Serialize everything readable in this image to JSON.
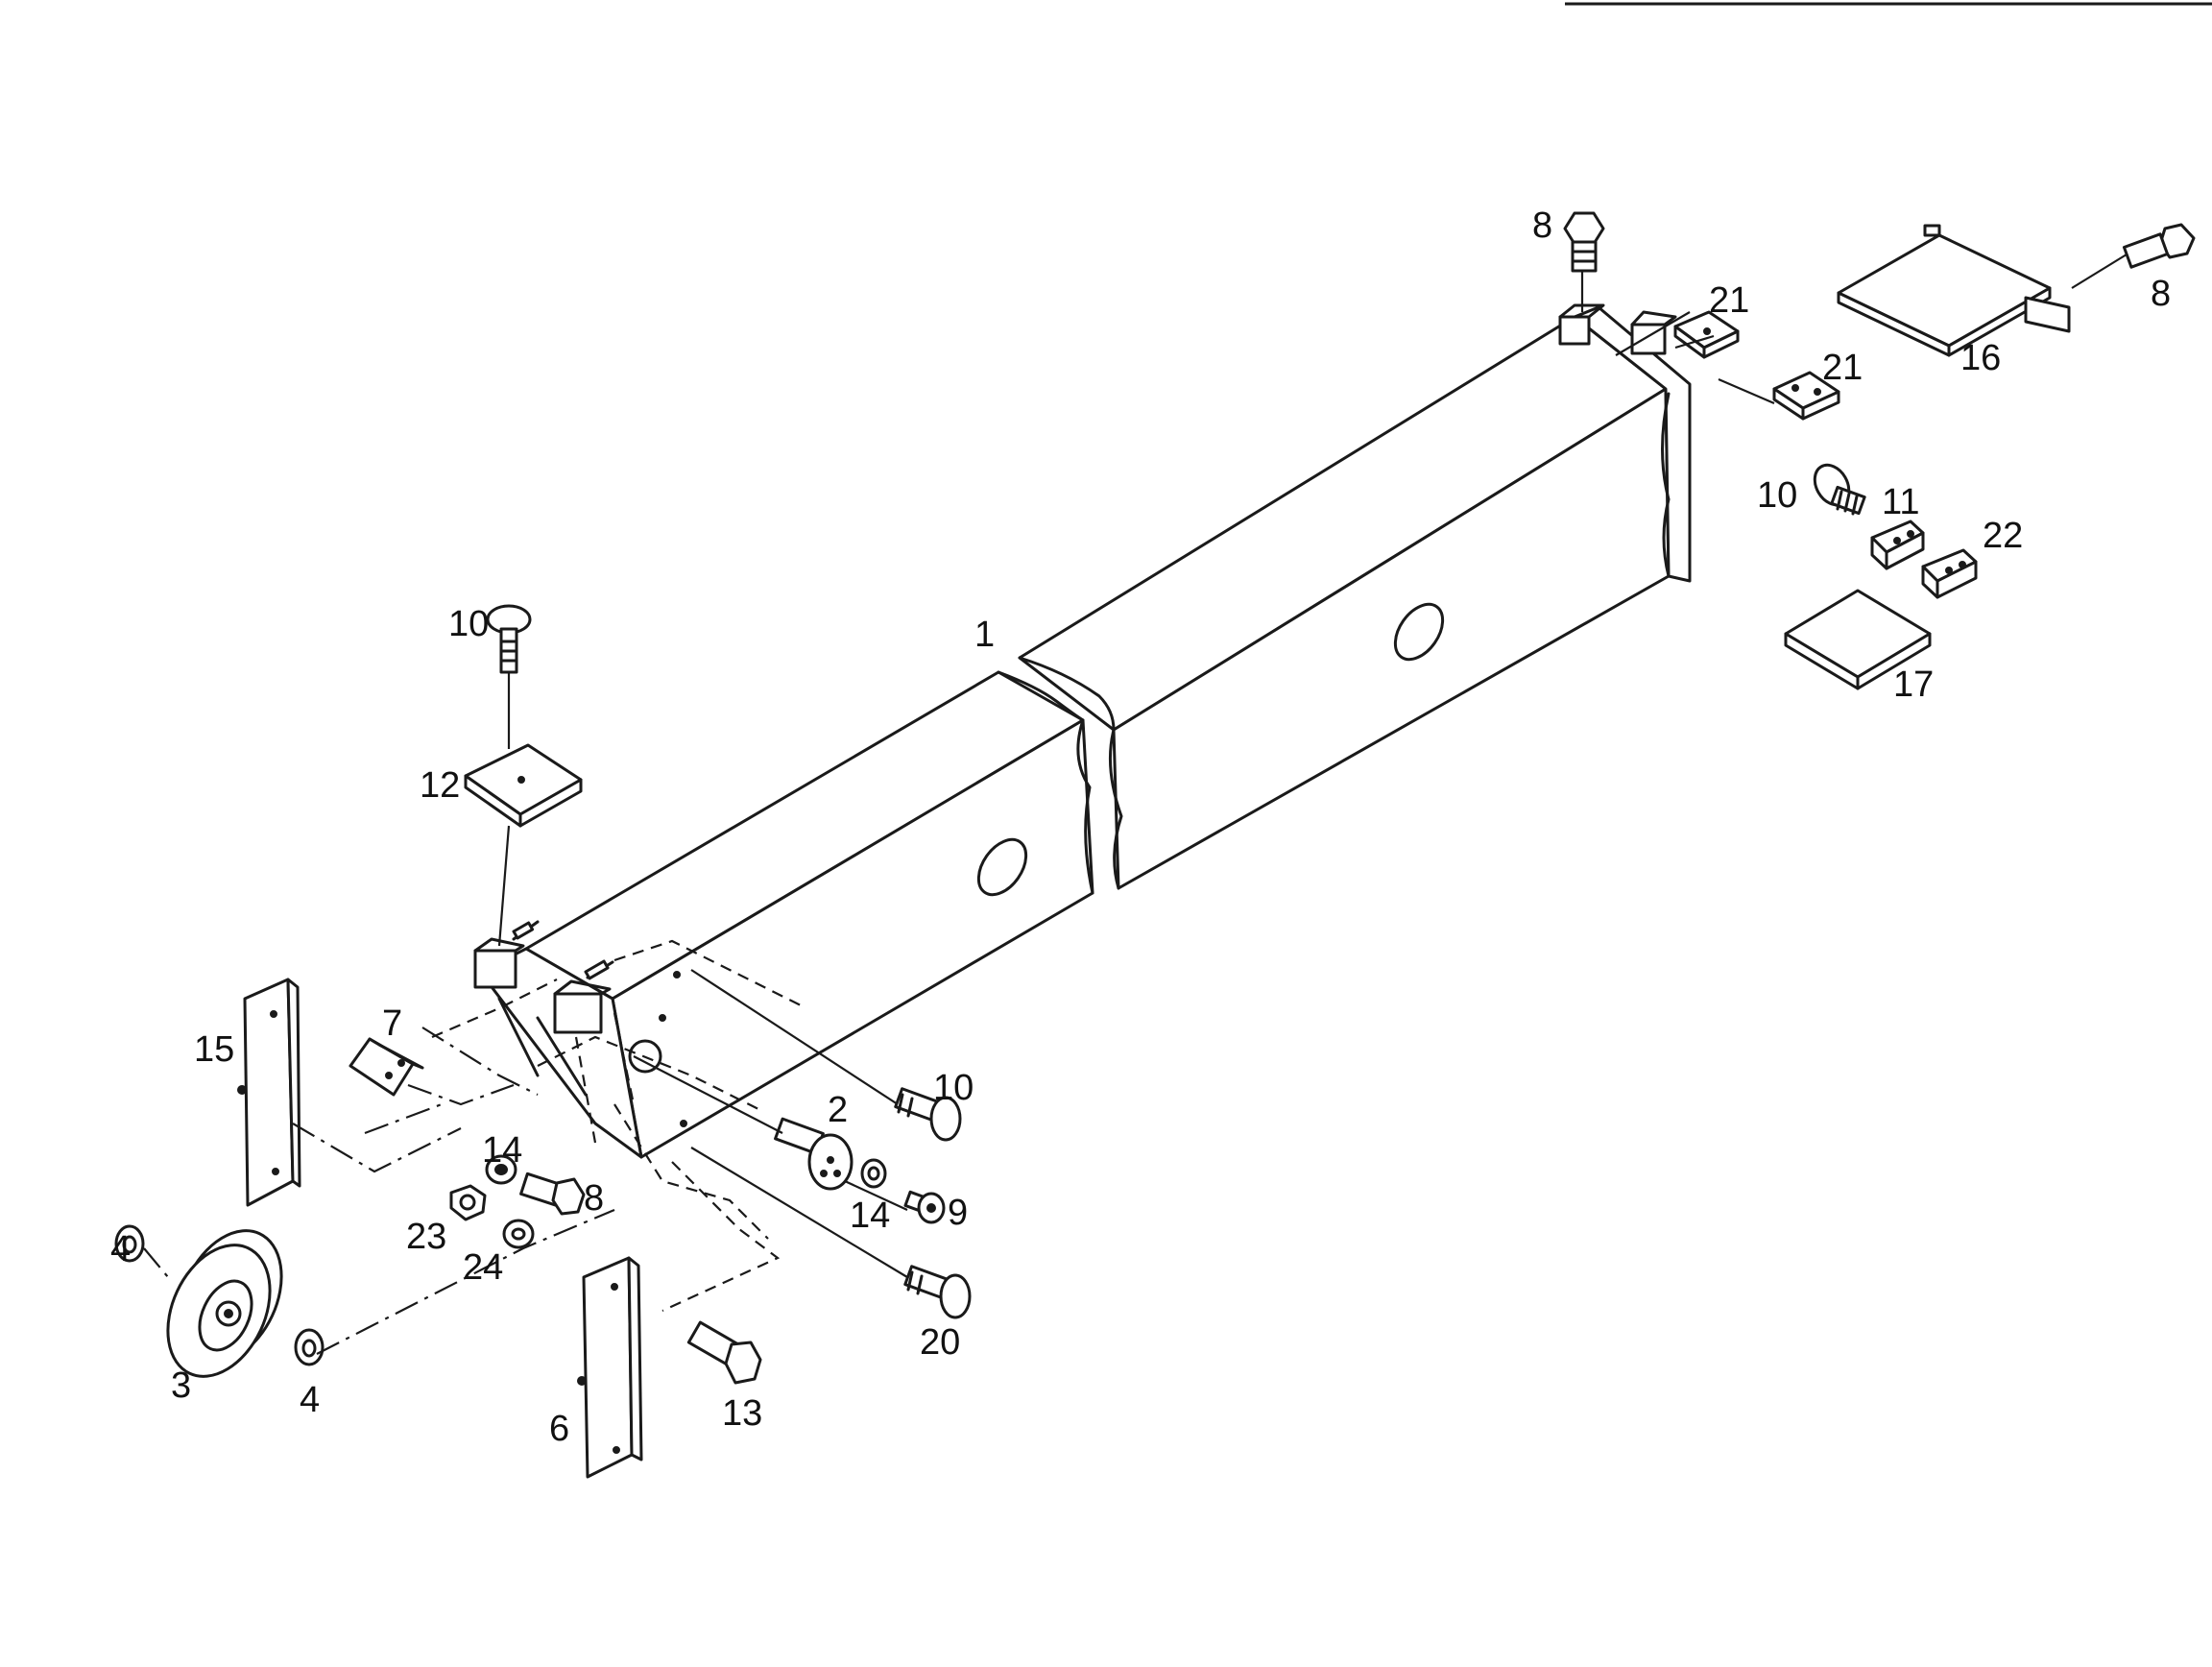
{
  "callouts": {
    "c1": "1",
    "c2": "2",
    "c3": "3",
    "c4a": "4",
    "c4b": "4",
    "c6": "6",
    "c7": "7",
    "c8a": "8",
    "c8b": "8",
    "c8c": "8",
    "c9": "9",
    "c10a": "10",
    "c10b": "10",
    "c10c": "10",
    "c11": "11",
    "c12": "12",
    "c13": "13",
    "c14a": "14",
    "c14b": "14",
    "c15": "15",
    "c16": "16",
    "c17": "17",
    "c20": "20",
    "c21a": "21",
    "c21b": "21",
    "c22": "22",
    "c23": "23",
    "c24": "24"
  }
}
